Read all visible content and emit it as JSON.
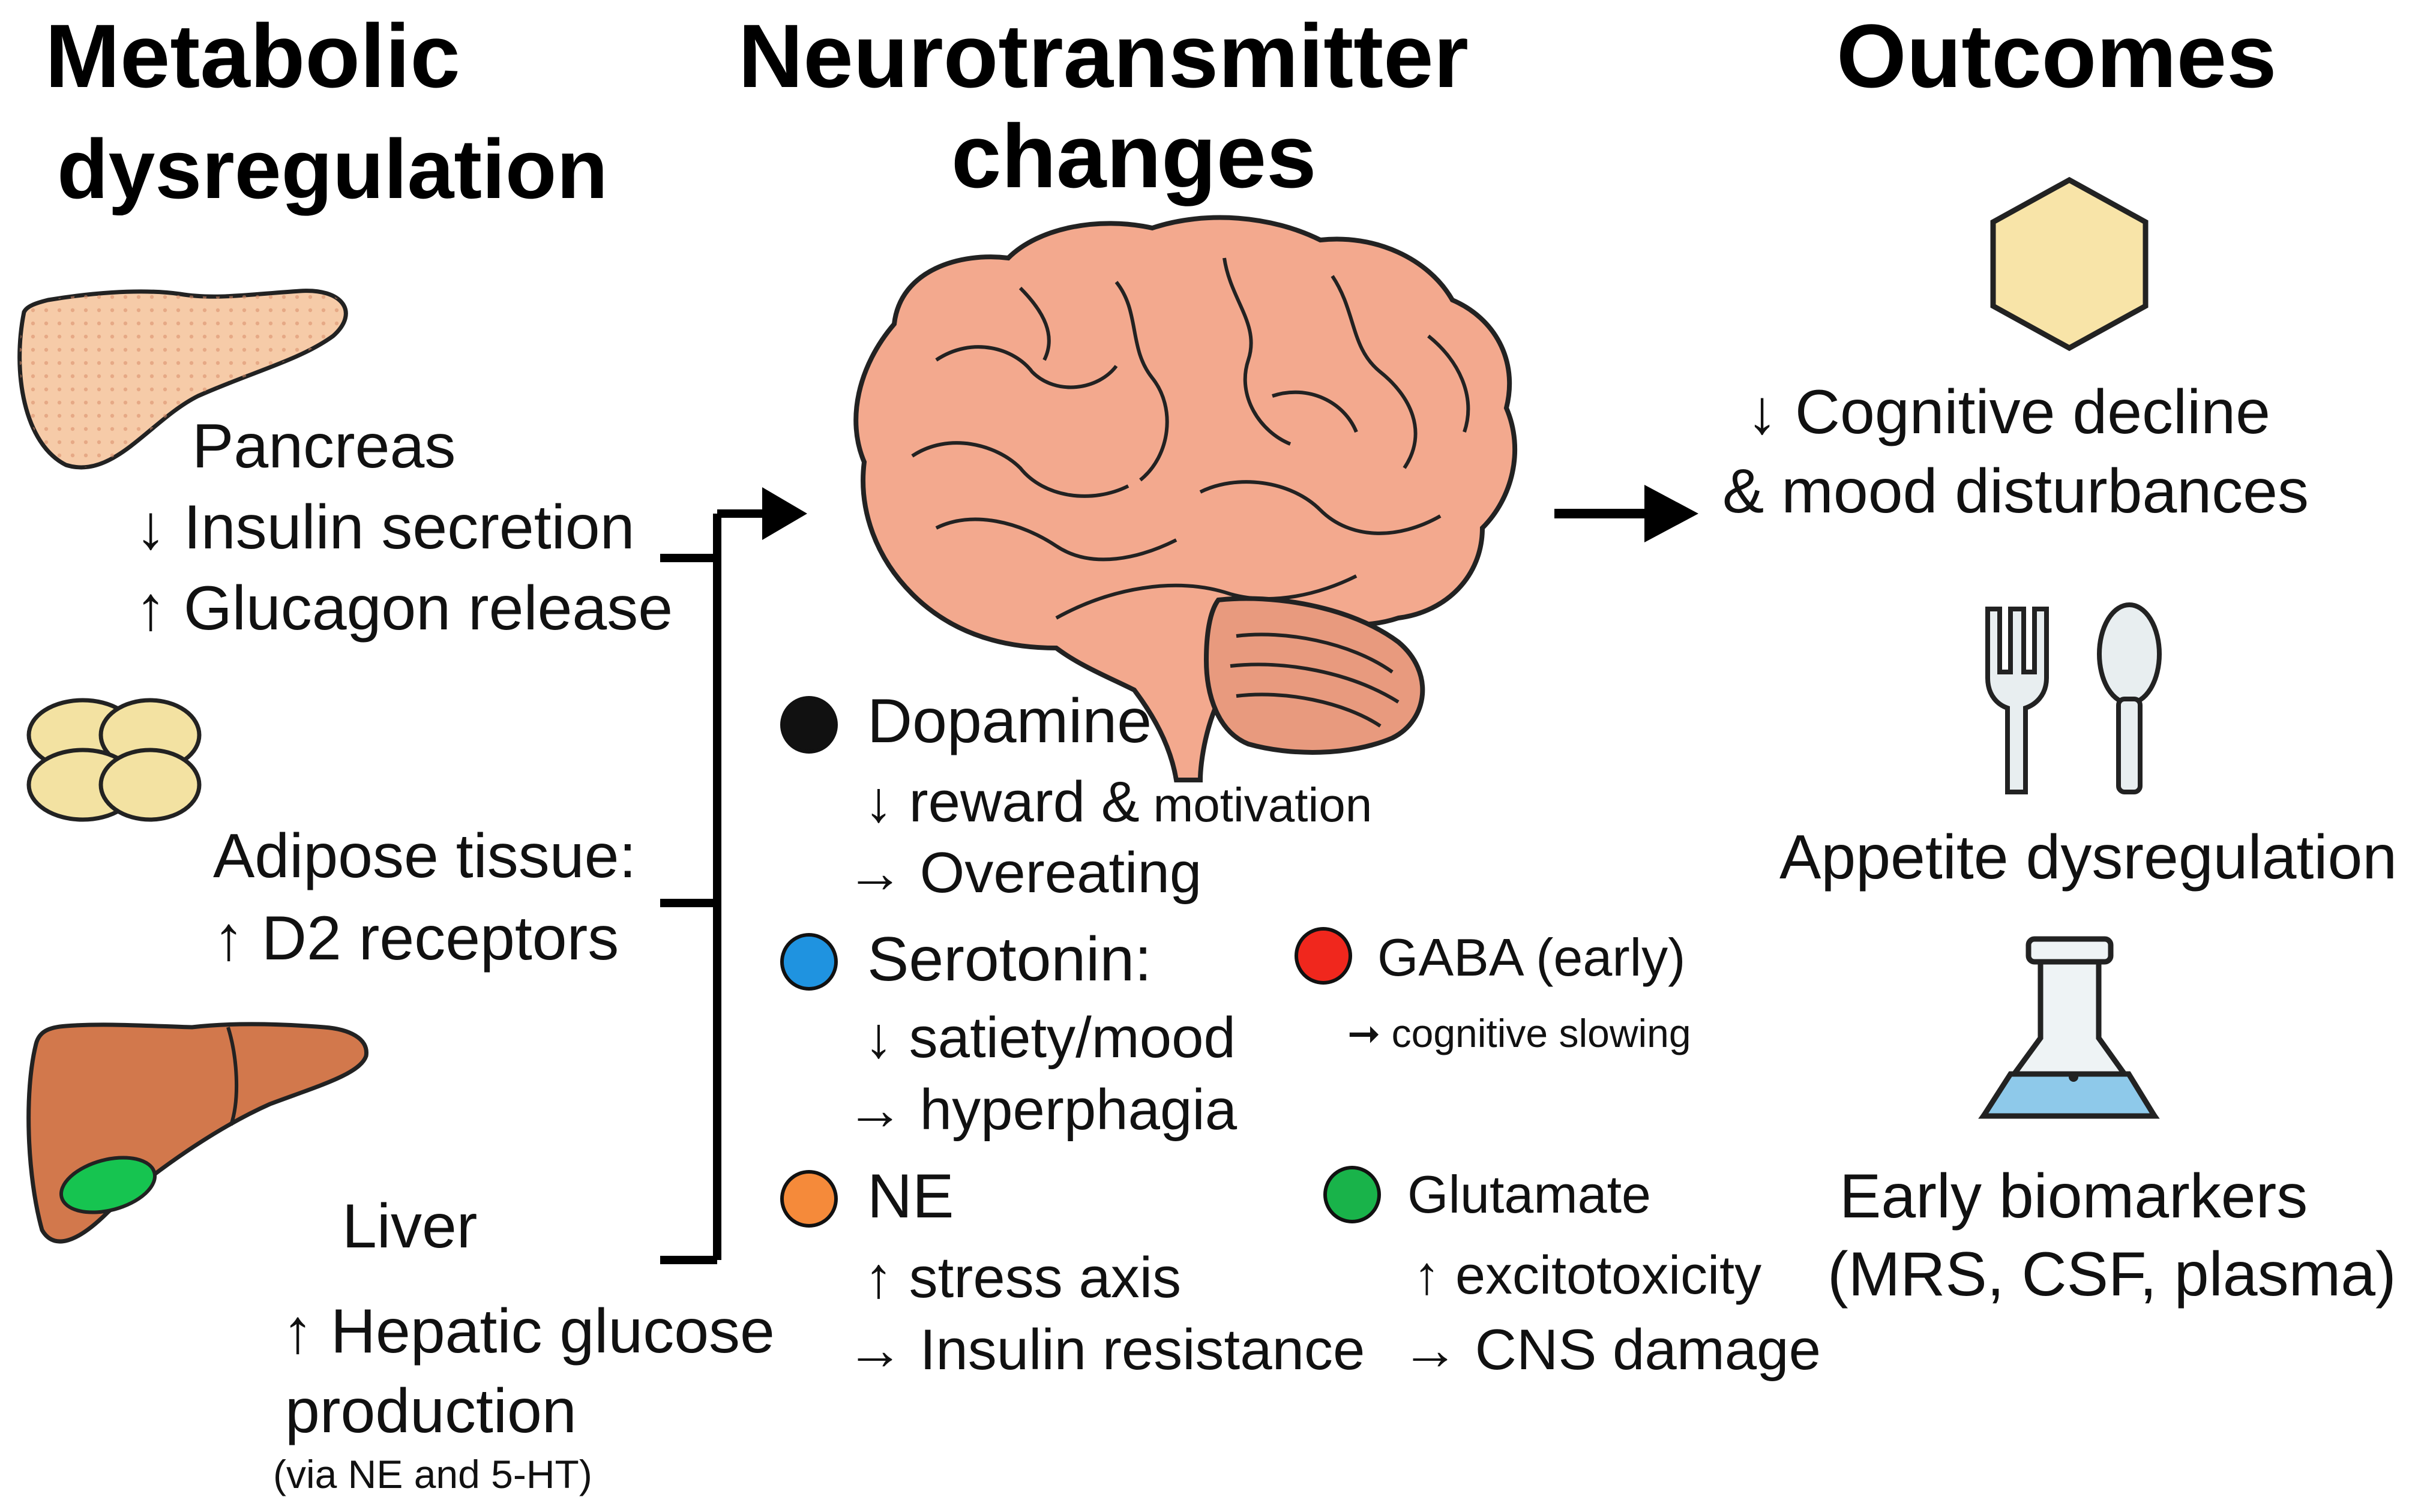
{
  "headings": {
    "metabolic_line1": "Metabolic",
    "metabolic_line2": "dysregulation",
    "neuro_line1": "Neurotransmitter",
    "neuro_line2": "changes",
    "outcomes": "Outcomes"
  },
  "left": {
    "pancreas": {
      "title": "Pancreas",
      "line1": "↓ Insulin secretion",
      "line2": "↑ Glucagon release"
    },
    "adipose": {
      "title": "Adipose tissue:",
      "line1": "↑ D2 receptors"
    },
    "liver": {
      "title": "Liver",
      "line1": "↑ Hepatic glucose",
      "line2": "production",
      "note": "(via NE and 5-HT)"
    }
  },
  "neurotransmitters": {
    "dopamine": {
      "name": "Dopamine",
      "effect1a": "↓ reward &",
      "effect1b": "motivation",
      "effect2": "→ Overeating",
      "color": "#111111"
    },
    "serotonin": {
      "name": "Serotonin:",
      "effect1": "↓ satiety/mood",
      "effect2": "→ hyperphagia",
      "color": "#1f93e0"
    },
    "gaba": {
      "name": "GABA (early)",
      "effect1": "➞ cognitive slowing",
      "color": "#f0271d"
    },
    "ne": {
      "name": "NE",
      "effect1": "↑ stress axis",
      "effect2": "→ Insulin resistance",
      "color": "#f58a3a"
    },
    "glutamate": {
      "name": "Glutamate",
      "effect1": "↑  excitotoxicity",
      "effect2": "→ CNS damage",
      "color": "#19b34a"
    }
  },
  "outcomes": {
    "cognitive_line1": "↓ Cognitive decline",
    "cognitive_line2": "& mood disturbances",
    "appetite": "Appetite dysregulation",
    "biomarkers_line1": "Early biomarkers",
    "biomarkers_line2": "(MRS, CSF, plasma)"
  },
  "colors": {
    "pancreas": "#f6cba8",
    "adipocyte": "#f3e2a2",
    "liver": "#d2784c",
    "gallbladder": "#16c450",
    "brain": "#f3a98e",
    "cerebellum": "#e89a7e",
    "hexagon": "#f8e4a8",
    "flask_liquid": "#8ec9ea"
  }
}
